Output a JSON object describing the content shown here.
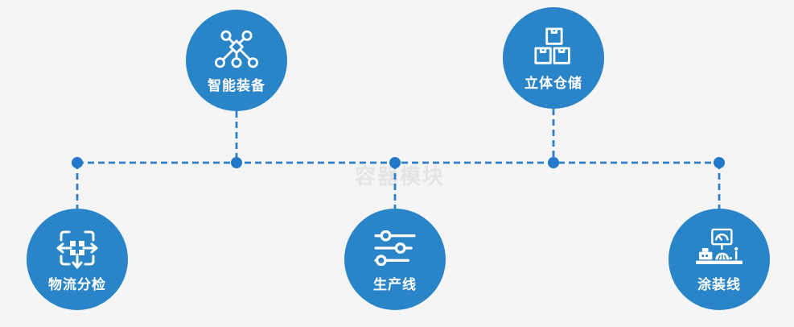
{
  "watermark": "容器模块",
  "colors": {
    "background": "#f5f5f6",
    "node_circle": "#2a84c8",
    "connector_line": "#2e7fc9",
    "connector_dot": "#2478cc",
    "label_text": "#ffffff",
    "watermark_text": "#e4e4e5"
  },
  "nodes": [
    {
      "id": "smart-equipment",
      "label": "智能装备",
      "icon": "network-nodes-icon",
      "row": "top"
    },
    {
      "id": "stereo-warehouse",
      "label": "立体仓储",
      "icon": "stacked-boxes-icon",
      "row": "top"
    },
    {
      "id": "logistics-sorting",
      "label": "物流分检",
      "icon": "sorting-arrows-icon",
      "row": "bottom"
    },
    {
      "id": "production-line",
      "label": "生产线",
      "icon": "sliders-icon",
      "row": "bottom"
    },
    {
      "id": "coating-line",
      "label": "涂装线",
      "icon": "coating-machine-icon",
      "row": "bottom"
    }
  ]
}
